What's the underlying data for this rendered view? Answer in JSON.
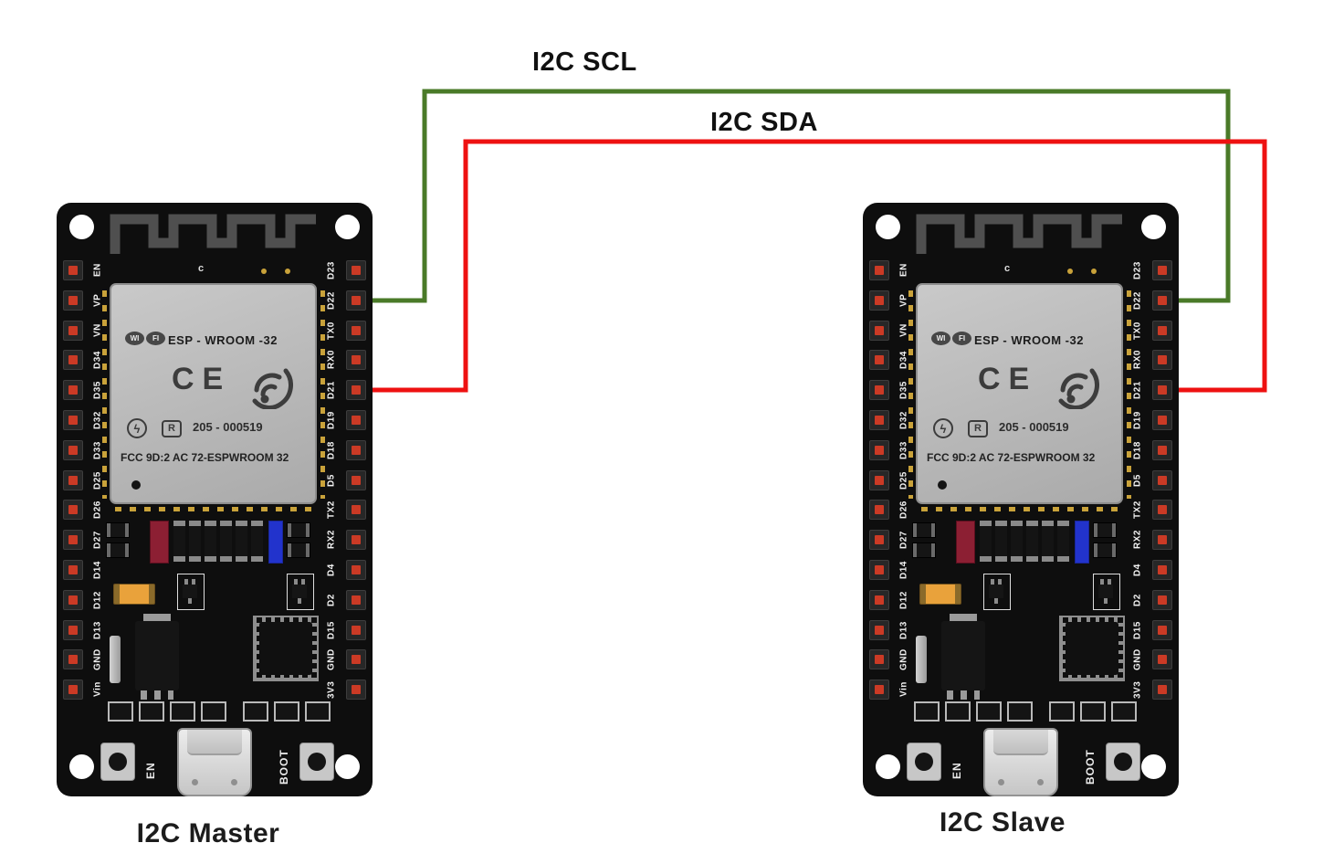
{
  "diagram": {
    "background": "#ffffff",
    "wires": [
      {
        "name": "scl",
        "label": "I2C SCL",
        "color": "#4a7a28"
      },
      {
        "name": "sda",
        "label": "I2C SDA",
        "color": "#ee1111"
      }
    ],
    "icons": {
      "cert_mark_glyph": "ϟ"
    },
    "boards": [
      {
        "caption": "I2C Master",
        "antenna_label": "c",
        "en_button_label": "EN",
        "boot_button_label": "BOOT",
        "shield": {
          "wifi_logo": [
            "WI",
            "FI"
          ],
          "module_name": "ESP - WROOM -32",
          "ce_mark": "CE",
          "reg_mark": "R",
          "reg_number": "205 - 000519",
          "fcc_line": "FCC 9D:2 AC 72-ESPWROOM  32"
        },
        "left_pins": [
          "EN",
          "VP",
          "VN",
          "D34",
          "D35",
          "D32",
          "D33",
          "D25",
          "D26",
          "D27",
          "D14",
          "D12",
          "D13",
          "GND",
          "Vin"
        ],
        "right_pins": [
          "D23",
          "D22",
          "TX0",
          "RX0",
          "D21",
          "D19",
          "D18",
          "D5",
          "TX2",
          "RX2",
          "D4",
          "D2",
          "D15",
          "GND",
          "3V3"
        ]
      },
      {
        "caption": "I2C Slave",
        "antenna_label": "c",
        "en_button_label": "EN",
        "boot_button_label": "BOOT",
        "shield": {
          "wifi_logo": [
            "WI",
            "FI"
          ],
          "module_name": "ESP - WROOM -32",
          "ce_mark": "CE",
          "reg_mark": "R",
          "reg_number": "205 - 000519",
          "fcc_line": "FCC 9D:2 AC 72-ESPWROOM  32"
        },
        "left_pins": [
          "EN",
          "VP",
          "VN",
          "D34",
          "D35",
          "D32",
          "D33",
          "D25",
          "D26",
          "D27",
          "D14",
          "D12",
          "D13",
          "GND",
          "Vin"
        ],
        "right_pins": [
          "D23",
          "D22",
          "TX0",
          "RX0",
          "D21",
          "D19",
          "D18",
          "D5",
          "TX2",
          "RX2",
          "D4",
          "D2",
          "D15",
          "GND",
          "3V3"
        ]
      }
    ]
  }
}
